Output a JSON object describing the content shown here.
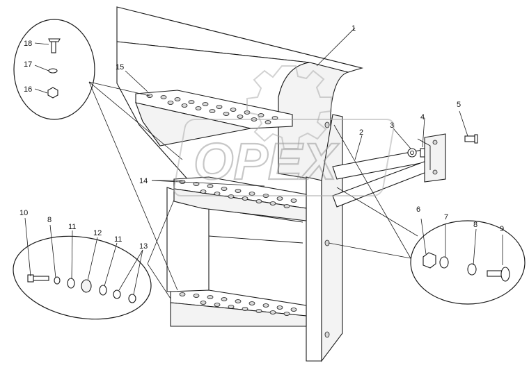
{
  "watermark": {
    "text": "OPEX"
  },
  "callouts": [
    {
      "id": "c1",
      "label": "1"
    },
    {
      "id": "c2",
      "label": "2"
    },
    {
      "id": "c3",
      "label": "3"
    },
    {
      "id": "c4",
      "label": "4"
    },
    {
      "id": "c5",
      "label": "5"
    },
    {
      "id": "c6",
      "label": "6"
    },
    {
      "id": "c7",
      "label": "7"
    },
    {
      "id": "c8a",
      "label": "8"
    },
    {
      "id": "c8b",
      "label": "8"
    },
    {
      "id": "c9",
      "label": "9"
    },
    {
      "id": "c10",
      "label": "10"
    },
    {
      "id": "c11a",
      "label": "11"
    },
    {
      "id": "c11b",
      "label": "11"
    },
    {
      "id": "c12",
      "label": "12"
    },
    {
      "id": "c13",
      "label": "13"
    },
    {
      "id": "c14",
      "label": "14"
    },
    {
      "id": "c15",
      "label": "15"
    },
    {
      "id": "c16",
      "label": "16"
    },
    {
      "id": "c17",
      "label": "17"
    },
    {
      "id": "c18",
      "label": "18"
    }
  ]
}
